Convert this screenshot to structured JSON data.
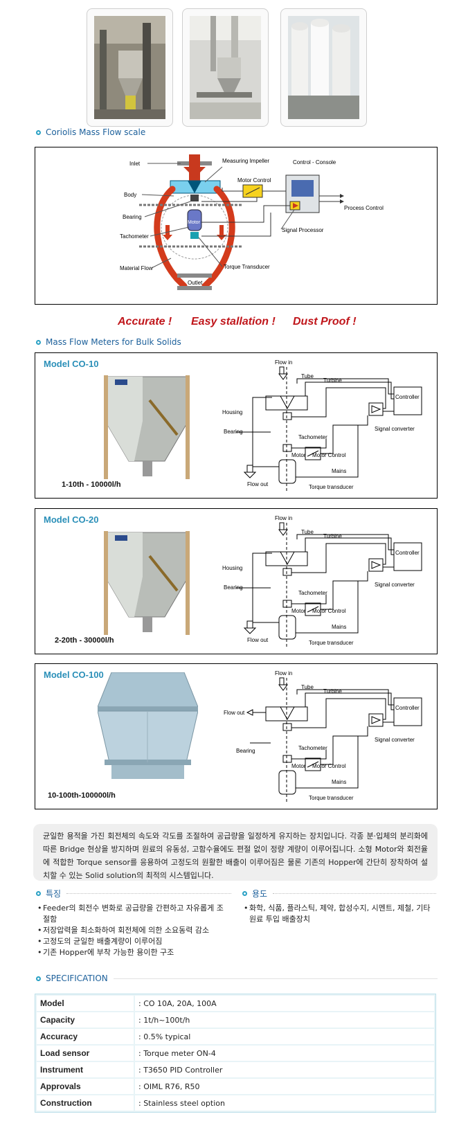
{
  "slogans": [
    "Accurate !",
    "Easy stallation !",
    "Dust Proof !"
  ],
  "coriolis": {
    "heading": "Coriolis Mass Flow scale",
    "labels": {
      "inlet": "Inlet",
      "measuring_impeller": "Measuring Impeller",
      "control_console": "Control - Console",
      "body": "Body",
      "motor_control": "Motor Control",
      "bearing": "Bearing",
      "process_control": "Process Control",
      "tachometer": "Tachometer",
      "signal_processor": "Signal Processor",
      "motor": "Motor",
      "material_flow": "Material Flow",
      "torque_transducer": "Torque Transducer",
      "outlet": "Outlet"
    }
  },
  "meters": {
    "heading": "Mass Flow Meters for Bulk Solids",
    "models": [
      {
        "name": "Model CO-10",
        "capacity": "1-10th - 10000l/h"
      },
      {
        "name": "Model CO-20",
        "capacity": "2-20th - 30000l/h"
      },
      {
        "name": "Model CO-100",
        "capacity": "10-100th-100000l/h"
      }
    ],
    "diagram_labels": {
      "flow_in": "Flow in",
      "tube": "Tube",
      "turbine": "Turbine",
      "controller": "Controller",
      "housing": "Housing",
      "bearing": "Bearing",
      "signal_converter": "Signal converter",
      "tachometer": "Tachometer",
      "motor": "Motor",
      "motor_control": "Motor Control",
      "mains": "Mains",
      "flow_out": "Flow out",
      "torque_transducer": "Torque transducer"
    }
  },
  "description": "균일한 용적을 가진 회전체의 속도와 각도를 조절하여 공급량을 일정하게 유지하는 장치입니다. 각종 분·입체의 분리화에 따른 Bridge 현상을 방지하며 원료의 유동성, 고함수율에도 편절 없이 정량 계량이 이루어집니다. 소형 Motor와 회전율에 적합한 Torque sensor를 응용하여 고정도의 원활한 배출이 이루어짐은 물론 기존의 Hopper에 간단히 장착하여 설치할 수 있는 Solid solution의 최적의 시스템입니다.",
  "features": {
    "heading": "특징",
    "items": [
      "Feeder의 회전수 변화로 공급량을 간편하고 자유롭게 조절함",
      "저장압력을 최소화하여 회전체에 의한 소요동력 감소",
      "고정도의 균일한 배출계량이 이루어짐",
      "기존 Hopper에 부착 가능한 용이한 구조"
    ]
  },
  "uses": {
    "heading": "용도",
    "items": [
      "화학, 식품, 플라스틱, 제약, 합성수지, 시멘트, 제철, 기타 원료 투입 배출장치"
    ]
  },
  "spec": {
    "heading": "SPECIFICATION",
    "rows": [
      {
        "key": "Model",
        "value": ": CO 10A, 20A, 100A"
      },
      {
        "key": "Capacity",
        "value": ": 1t/h~100t/h"
      },
      {
        "key": "Accuracy",
        "value": ": 0.5% typical"
      },
      {
        "key": "Load sensor",
        "value": ": Torque meter ON-4"
      },
      {
        "key": "Instrument",
        "value": ": T3650 PID Controller"
      },
      {
        "key": "Approvals",
        "value": ": OIML R76, R50"
      },
      {
        "key": "Construction",
        "value": ": Stainless steel option"
      }
    ]
  },
  "colors": {
    "accent": "#28a0c4",
    "heading": "#1b5f9a",
    "slogan": "#c0161b",
    "model_title": "#2a8fb8"
  }
}
